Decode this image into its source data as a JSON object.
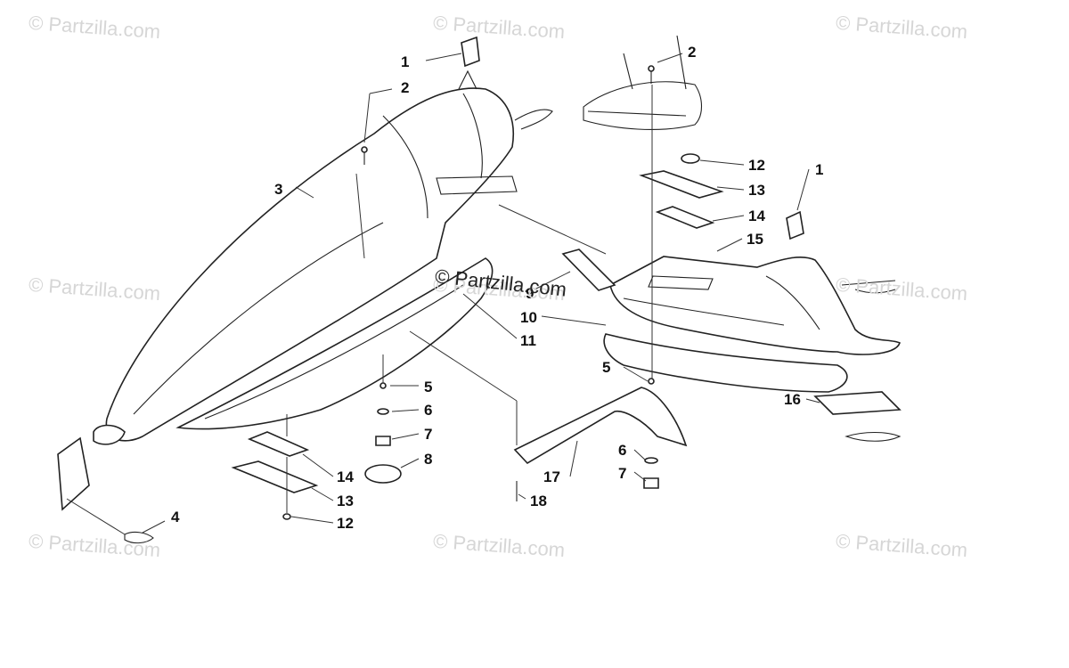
{
  "watermarks": [
    "© Partzilla.com",
    "© Partzilla.com",
    "© Partzilla.com",
    "© Partzilla.com",
    "© Partzilla.com",
    "© Partzilla.com",
    "© Partzilla.com",
    "© Partzilla.com",
    "© Partzilla.com"
  ],
  "center_watermark": "© Partzilla.com",
  "callouts": [
    "1",
    "2",
    "3",
    "1",
    "2",
    "12",
    "13",
    "14",
    "15",
    "9",
    "10",
    "11",
    "5",
    "6",
    "7",
    "8",
    "14",
    "13",
    "12",
    "4",
    "5",
    "6",
    "7",
    "16",
    "17",
    "18"
  ],
  "colors": {
    "line": "#222222",
    "watermark": "#d6d6d6",
    "background": "#ffffff"
  }
}
